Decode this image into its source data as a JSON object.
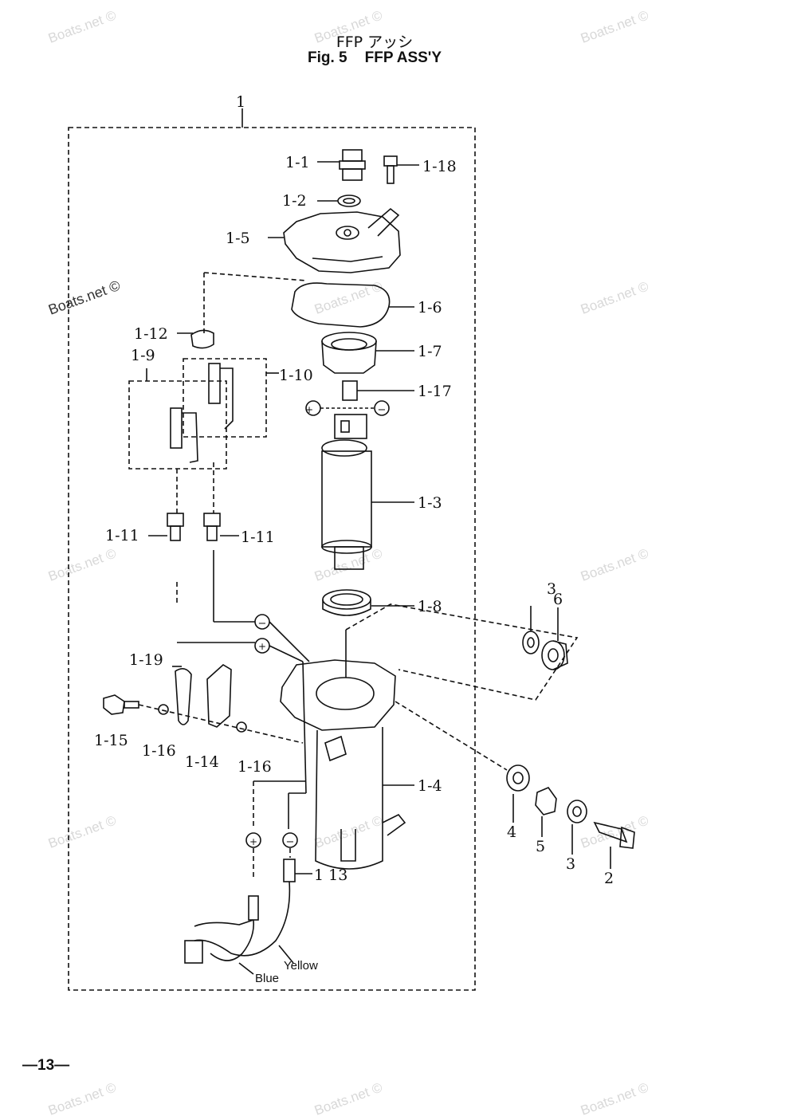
{
  "title": {
    "japanese": "FFP アッシ",
    "fig": "Fig. 5",
    "name": "FFP ASS'Y"
  },
  "page_number": "—13—",
  "watermark": "Boats.net ©",
  "wire_labels": {
    "yellow": "Yellow",
    "blue": "Blue"
  },
  "polarity": {
    "plus": "+",
    "minus": "−"
  },
  "callouts": {
    "assy": "1",
    "p1_1": "1-1",
    "p1_2": "1-2",
    "p1_3": "1-3",
    "p1_4": "1-4",
    "p1_5": "1-5",
    "p1_6": "1-6",
    "p1_7": "1-7",
    "p1_8": "1-8",
    "p1_9": "1-9",
    "p1_10": "1-10",
    "p1_11a": "1-11",
    "p1_11b": "1-11",
    "p1_12": "1-12",
    "p1_13": "1 13",
    "p1_14": "1-14",
    "p1_15": "1-15",
    "p1_16a": "1-16",
    "p1_16b": "1-16",
    "p1_17": "1-17",
    "p1_18": "1-18",
    "p1_19": "1-19",
    "p2": "2",
    "p3a": "3",
    "p3b": "3",
    "p4": "4",
    "p5": "5",
    "p6": "6"
  }
}
